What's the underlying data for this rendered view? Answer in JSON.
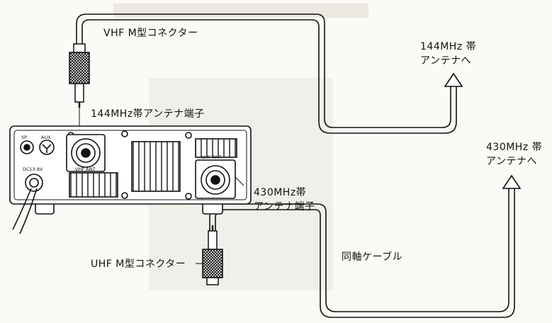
{
  "labels": {
    "vhf_connector": "VHF M型コネクター",
    "antenna_144_line1": "144MHz 帯",
    "antenna_144_line2": "アンテナへ",
    "port_144": "144MHz帯アンテナ端子",
    "antenna_430_line1": "430MHz 帯",
    "antenna_430_line2": "アンテナへ",
    "port_430_line1": "430MHz帯",
    "port_430_line2": "アンテナ端子",
    "uhf_connector": "UHF M型コネクター",
    "coax_cable": "同軸ケーブル"
  },
  "panel_labels": {
    "sp": "SP",
    "aux": "AUX",
    "dc": "DC13.8V",
    "vhf_ant": "VHF ANT",
    "uhf_ant": "UHF ANT"
  },
  "colors": {
    "ink": "#111111",
    "paper": "#fbfaf6",
    "bleed": "#d9d6cf"
  }
}
